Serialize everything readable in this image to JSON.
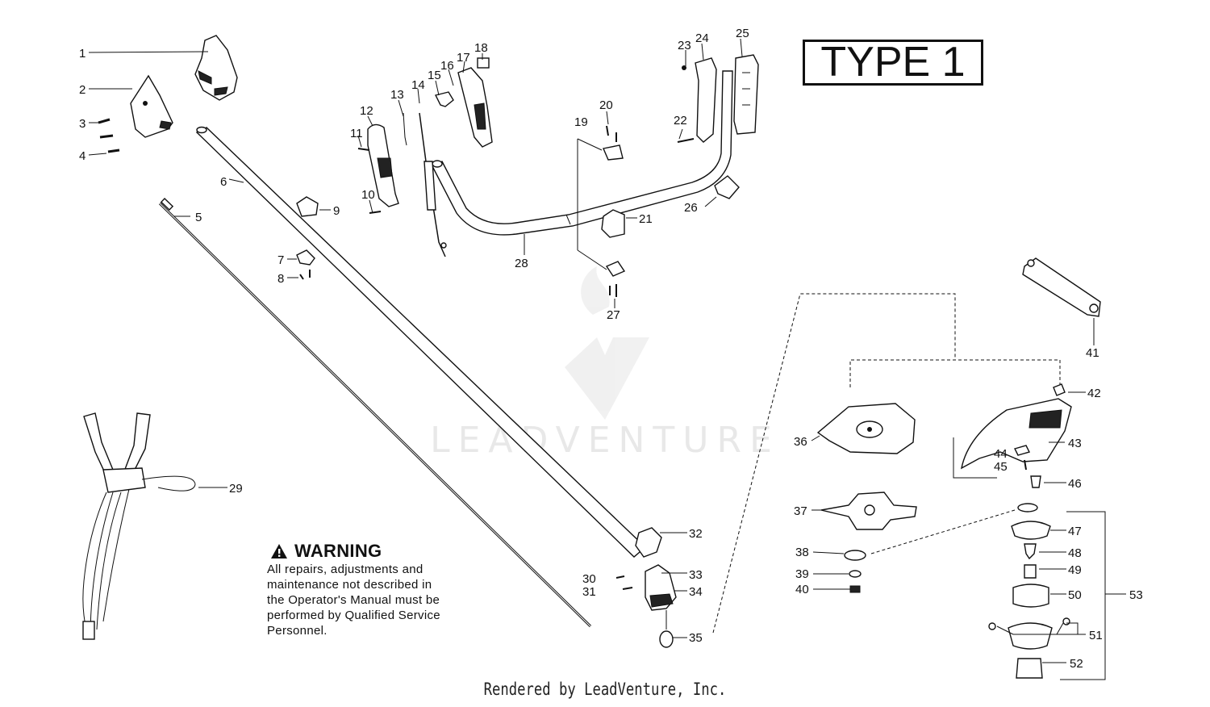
{
  "type_label": "TYPE 1",
  "warning": {
    "title": "WARNING",
    "lines": [
      "All repairs, adjustments and",
      "maintenance not described in",
      "the Operator's Manual must be",
      "performed by Qualified Service",
      "Personnel."
    ]
  },
  "footer": "Rendered by LeadVenture, Inc.",
  "watermark": "LEADVENTURE",
  "callouts": [
    "1",
    "2",
    "3",
    "4",
    "5",
    "6",
    "7",
    "8",
    "9",
    "10",
    "11",
    "12",
    "13",
    "14",
    "15",
    "16",
    "17",
    "18",
    "19",
    "20",
    "21",
    "22",
    "23",
    "24",
    "25",
    "26",
    "27",
    "28",
    "29",
    "30",
    "31",
    "32",
    "33",
    "34",
    "35",
    "36",
    "37",
    "38",
    "39",
    "40",
    "41",
    "42",
    "43",
    "44",
    "45",
    "46",
    "47",
    "48",
    "49",
    "50",
    "51",
    "52",
    "53"
  ]
}
